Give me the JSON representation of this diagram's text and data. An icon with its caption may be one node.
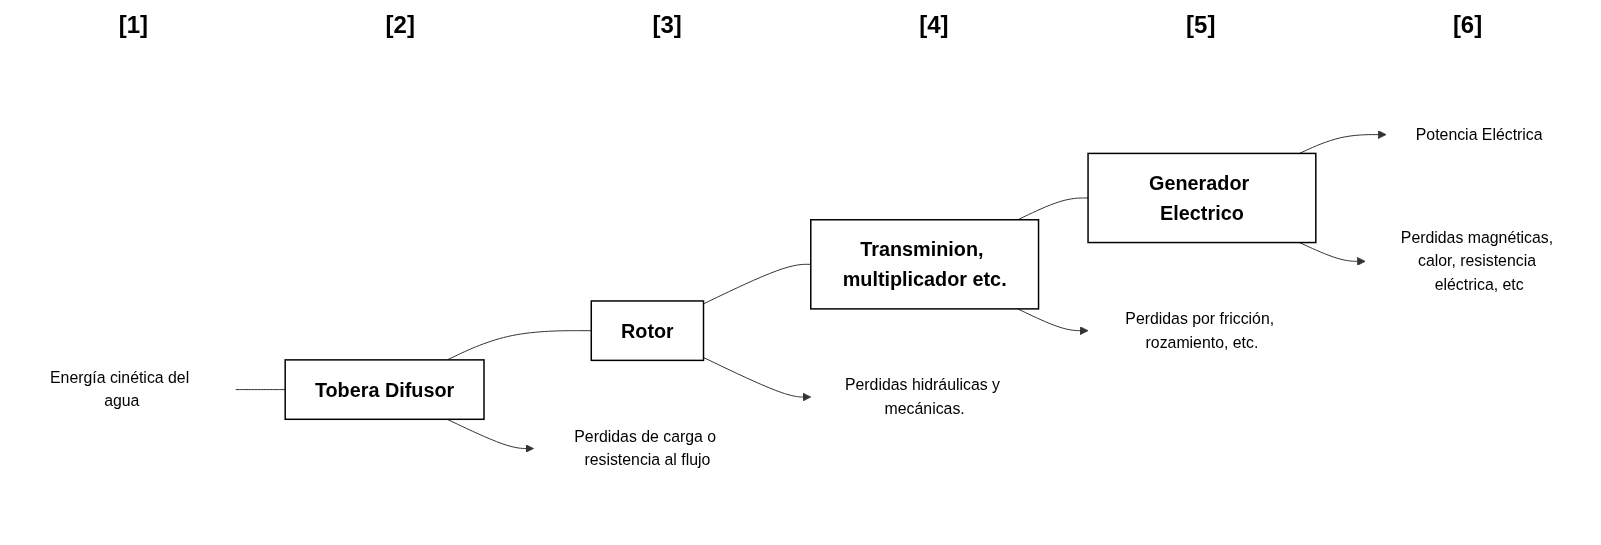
{
  "diagram": {
    "nodes": [
      {
        "text": [
          "Energía cinética del agua"
        ]
      },
      {
        "text": [
          "Tobera Difusor"
        ]
      },
      {
        "text": [
          "Rotor"
        ]
      },
      {
        "text": [
          "Transminion, multiplicador etc."
        ]
      },
      {
        "text": [
          "Generador Electrico"
        ]
      },
      {
        "text": [
          "Potencia Eléctrica"
        ]
      },
      {
        "text": [
          "Perdidas de carga o resistencia al flujo"
        ]
      },
      {
        "text": [
          "Perdidas hidráulicas y mecánicas."
        ]
      },
      {
        "text": [
          "Perdidas por fricción, rozamiento, etc."
        ]
      },
      {
        "text": [
          "Perdidas magnéticas, calor, resistencia eléctrica, etc"
        ]
      }
    ],
    "edges": [
      {
        "from": 0,
        "to": 1,
        "arrow": "none"
      },
      {
        "from": 1,
        "to": 2,
        "arrow": "none"
      },
      {
        "from": 2,
        "to": 3,
        "arrow": "none"
      },
      {
        "from": 3,
        "to": 4,
        "arrow": "none"
      },
      {
        "from": 4,
        "to": 5,
        "arrow": "to"
      },
      {
        "from": 1,
        "to": 6,
        "arrow": "to"
      },
      {
        "from": 2,
        "to": 7,
        "arrow": "to"
      },
      {
        "from": 3,
        "to": 8,
        "arrow": "to"
      },
      {
        "from": 4,
        "to": 9,
        "arrow": "to"
      }
    ],
    "labels": [
      "[1]",
      "[2]",
      "[3]",
      "[4]",
      "[5]",
      "[6]"
    ]
  }
}
